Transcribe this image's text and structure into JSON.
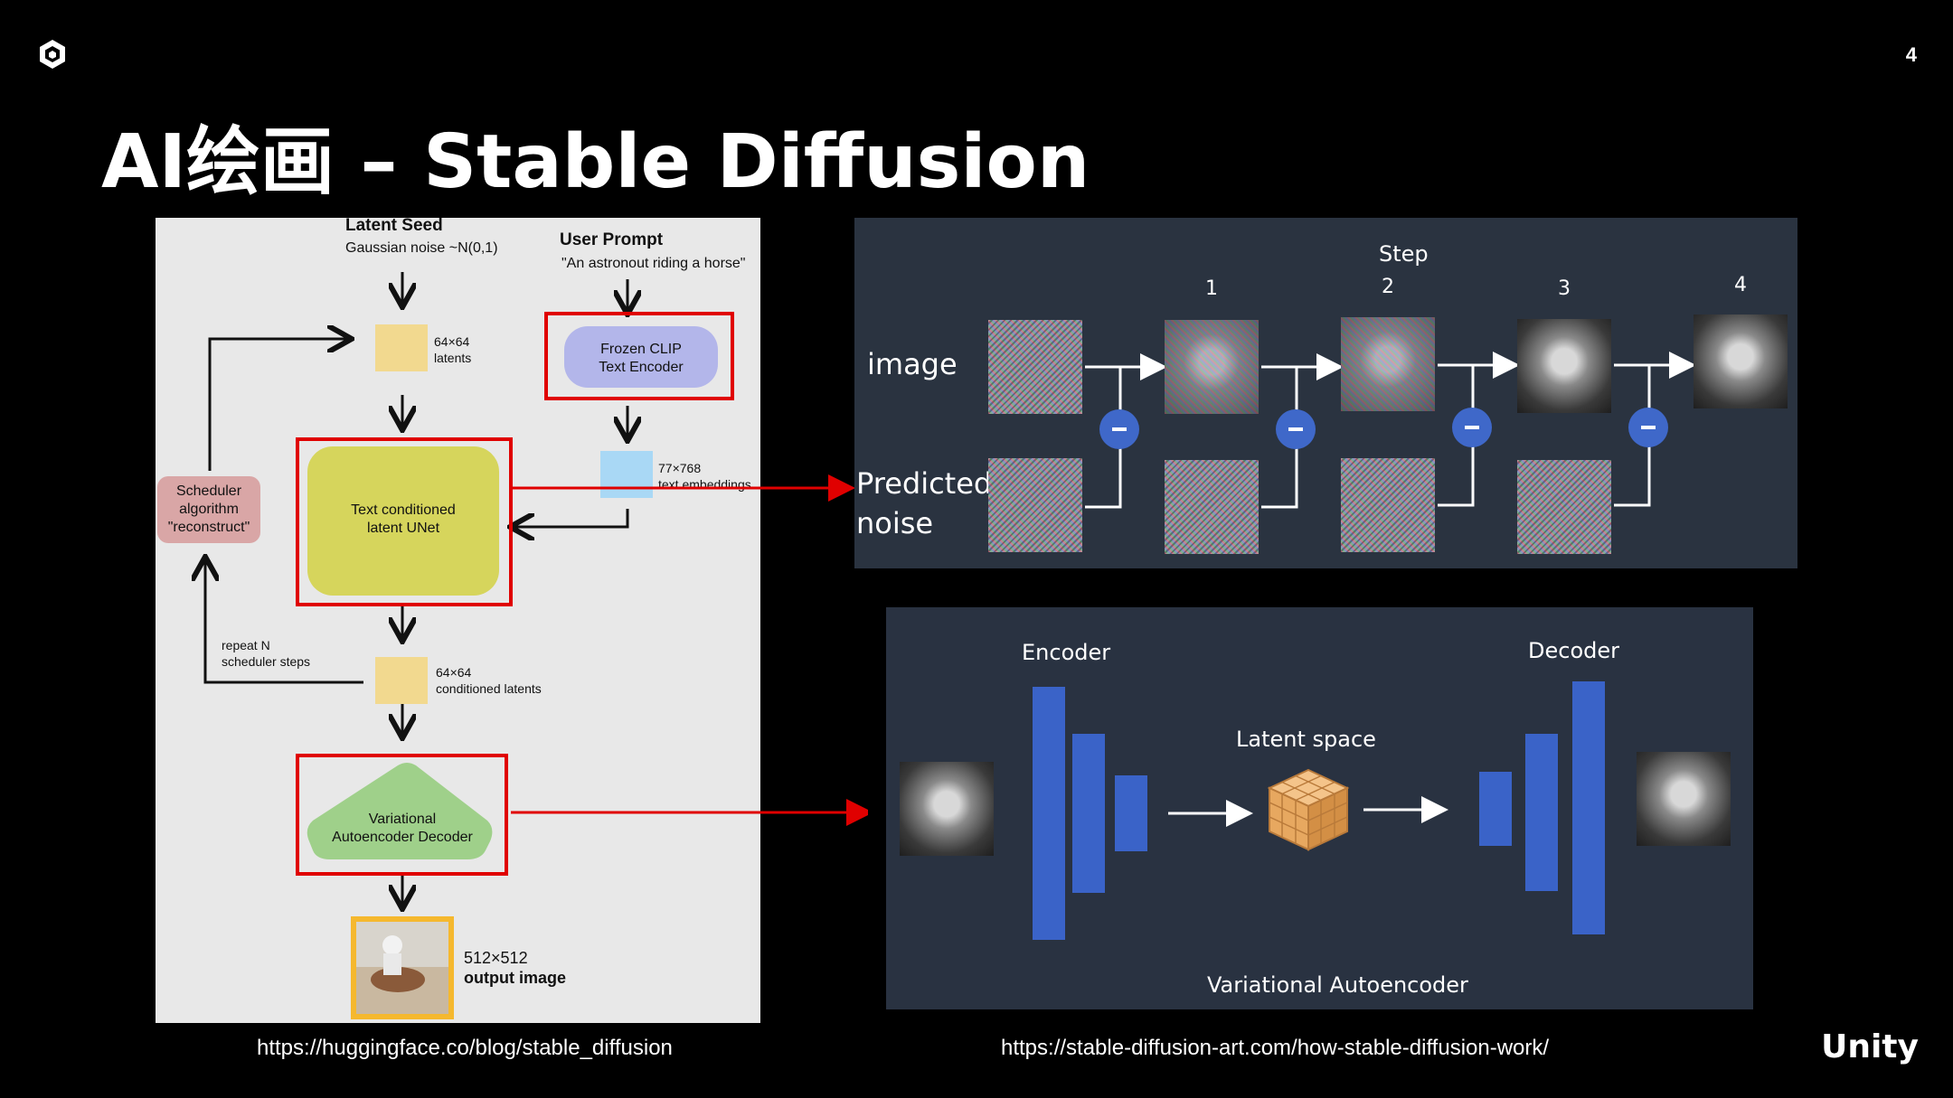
{
  "slide": {
    "title": "AI绘画 – Stable Diffusion",
    "page_number": "4",
    "brand": "Unity",
    "logo_icon": "unity-cube-icon"
  },
  "sources": {
    "left_url": "https://huggingface.co/blog/stable_diffusion",
    "right_url": "https://stable-diffusion-art.com/how-stable-diffusion-work/"
  },
  "hf_diagram": {
    "latent_seed_title": "Latent Seed",
    "latent_seed_sub": "Gaussian noise ~N(0,1)",
    "user_prompt_title": "User Prompt",
    "user_prompt_sub": "\"An astronout riding a horse\"",
    "clip_line1": "Frozen CLIP",
    "clip_line2": "Text Encoder",
    "latents_line1": "64×64",
    "latents_line2": "latents",
    "embed_line1": "77×768",
    "embed_line2": "text embeddings",
    "unet_line1": "Text conditioned",
    "unet_line2": "latent UNet",
    "scheduler_line1": "Scheduler",
    "scheduler_line2": "algorithm",
    "scheduler_line3": "\"reconstruct\"",
    "repeat_line1": "repeat N",
    "repeat_line2": "scheduler steps",
    "cond_line1": "64×64",
    "cond_line2": "conditioned latents",
    "vae_line1": "Variational",
    "vae_line2": "Autoencoder Decoder",
    "output_line1": "512×512",
    "output_line2": "output image",
    "colors": {
      "clip": "#b3b6ea",
      "unet": "#d6d55c",
      "scheduler": "#d9a6a6",
      "vae": "#9fd08a",
      "latents": "#f2d98f",
      "embeddings": "#a9d8f5",
      "highlight": "#e00000",
      "output_frame": "#f5b82e"
    }
  },
  "noise_diagram": {
    "step_label": "Step",
    "steps": [
      "1",
      "2",
      "3",
      "4"
    ],
    "row_image": "image",
    "row_noise_line1": "Predicted",
    "row_noise_line2": "noise",
    "operator_icon": "minus-icon"
  },
  "vae_diagram": {
    "encoder": "Encoder",
    "decoder": "Decoder",
    "latent_space": "Latent space",
    "caption": "Variational Autoencoder",
    "cube_icon": "latent-cube-icon"
  }
}
